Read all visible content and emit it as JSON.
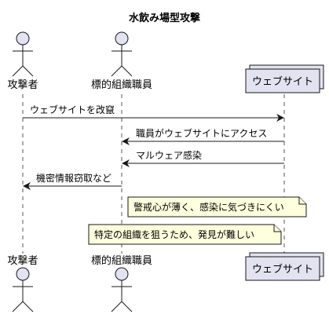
{
  "diagram": {
    "title": "水飲み場型攻撃",
    "participants": [
      {
        "id": "attacker",
        "label": "攻撃者",
        "kind": "actor"
      },
      {
        "id": "employee",
        "label": "標的組織職員",
        "kind": "actor"
      },
      {
        "id": "website",
        "label": "ウェブサイト",
        "kind": "collections"
      }
    ],
    "messages": [
      {
        "from": "attacker",
        "to": "website",
        "text": "ウェブサイトを改竄"
      },
      {
        "from": "website",
        "to": "employee",
        "text": "職員がウェブサイトにアクセス"
      },
      {
        "from": "website",
        "to": "employee",
        "text": "マルウェア感染"
      },
      {
        "from": "employee",
        "to": "attacker",
        "text": "機密情報窃取など"
      }
    ],
    "notes": [
      {
        "text": "警戒心が薄く、感染に気づきにくい"
      },
      {
        "text": "特定の組織を狙うため、発見が難しい"
      }
    ],
    "colors": {
      "participant_fill": "#E2E2F0",
      "participant_border": "#181818",
      "note_fill": "#FEFFDD",
      "line": "#181818",
      "lifeline": "#555555"
    }
  }
}
